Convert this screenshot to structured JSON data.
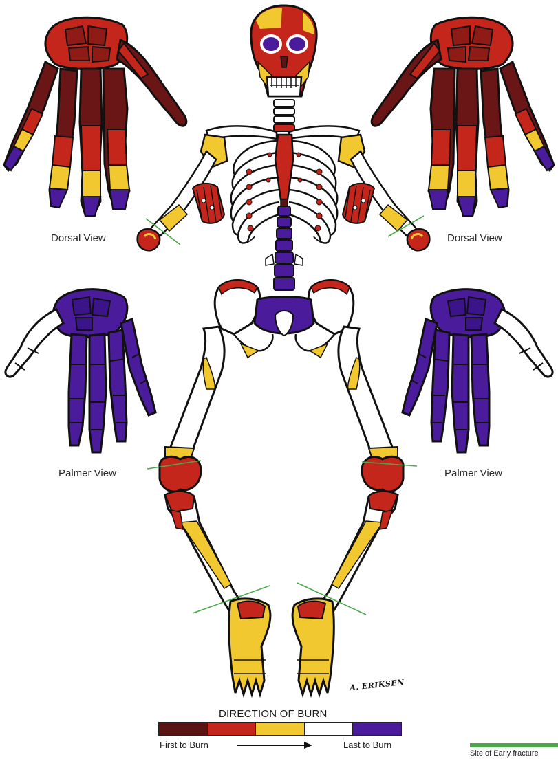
{
  "labels": {
    "dorsal_left": "Dorsal View",
    "dorsal_right": "Dorsal View",
    "palmer_left": "Palmer View",
    "palmer_right": "Palmer View"
  },
  "legend": {
    "title": "DIRECTION OF BURN",
    "first": "First to Burn",
    "last": "Last to Burn",
    "colors": [
      "#5a1414",
      "#c4261c",
      "#f2c830",
      "#ffffff",
      "#4a1c9c"
    ]
  },
  "fracture": {
    "label": "Site of Early fracture",
    "color": "#4aa84a"
  },
  "signature": "A. ERIKSEN"
}
